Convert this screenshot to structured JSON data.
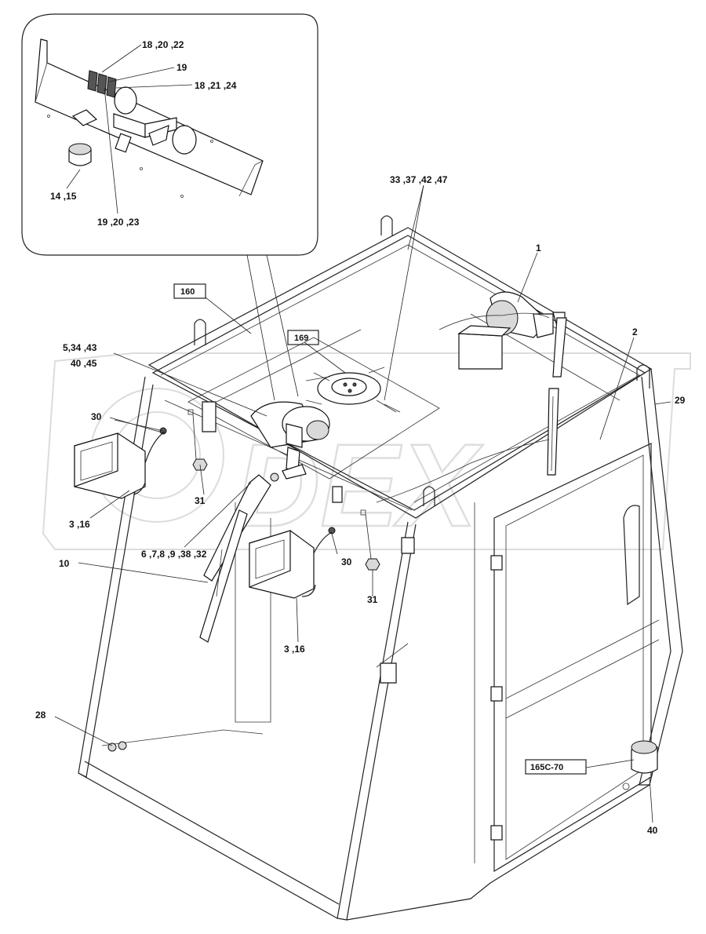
{
  "labels": {
    "l_18_20_22": "18 ,20 ,22",
    "l_19": "19",
    "l_18_21_24": "18 ,21 ,24",
    "l_14_15": "14 ,15",
    "l_19_20_23": "19 ,20 ,23",
    "l_33_37_42_47": "33 ,37 ,42 ,47",
    "l_1": "1",
    "l_2": "2",
    "l_29": "29",
    "l_160": "160",
    "l_169": "169",
    "l_5_34_43": "5,34 ,43",
    "l_40_45": "40 ,45",
    "l_30a": "30",
    "l_31a": "31",
    "l_3_16a": "3 ,16",
    "l_6_7_8": "6 ,7,8 ,9 ,38 ,32",
    "l_10": "10",
    "l_30b": "30",
    "l_31b": "31",
    "l_3_16b": "3 ,16",
    "l_28": "28",
    "l_165c": "165C-70",
    "l_40": "40"
  },
  "watermark": {
    "text": "DEX"
  },
  "colors": {
    "line": "#222222",
    "watermark": "#c4c4c4",
    "background": "#ffffff"
  }
}
